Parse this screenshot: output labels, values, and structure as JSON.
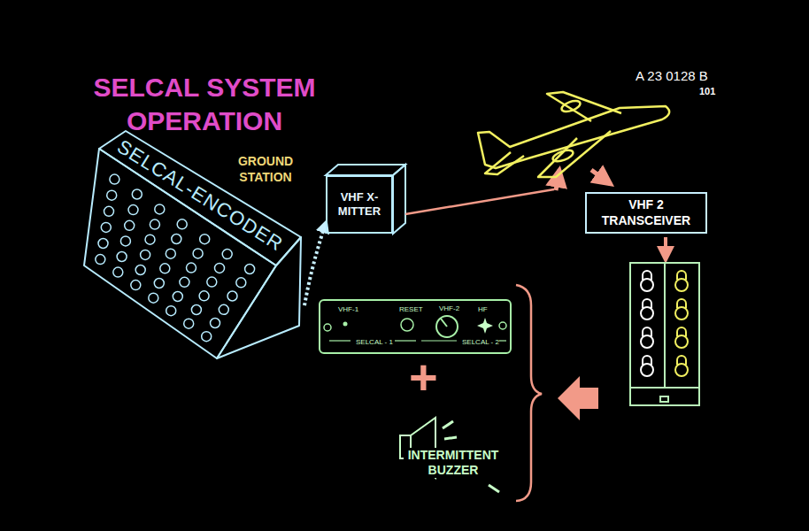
{
  "diagram": {
    "title": "SELCAL SYSTEM OPERATION",
    "nodes": [
      {
        "text": [
          "SELCAL-ENCODER"
        ]
      },
      {
        "text": [
          "VHF X-MITTER"
        ]
      },
      {
        "text": [
          "VHF 2 TRANSCEIVER"
        ]
      },
      {
        "text": [
          "VHF-1",
          "RESET",
          "VHF-2",
          "HF",
          "SELCAL - 1",
          "SELCAL - 2"
        ]
      },
      {
        "text": [
          "INTERMITTENT BUZZER"
        ]
      }
    ],
    "edges": [
      {
        "from": 0,
        "to": 1,
        "arrow": "to"
      }
    ],
    "labels": [
      "GROUND STATION",
      "A 23 0128 B",
      "101",
      "+"
    ]
  }
}
